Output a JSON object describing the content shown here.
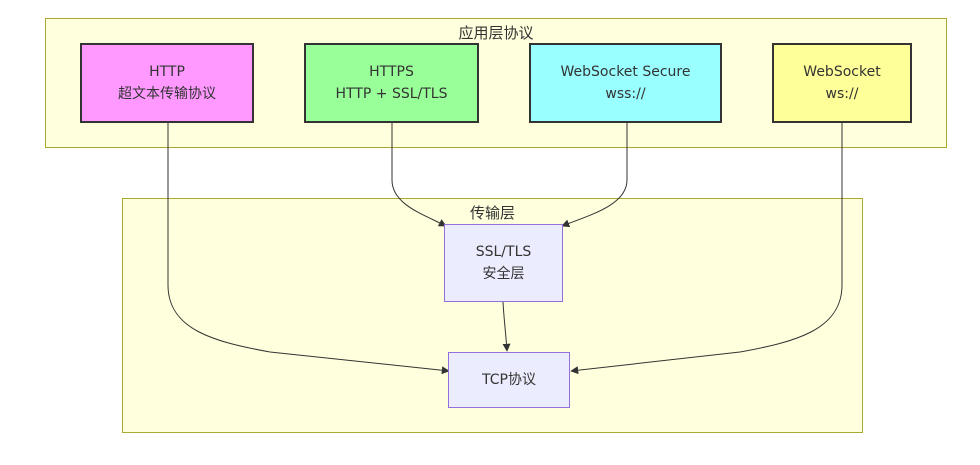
{
  "clusters": {
    "application": {
      "title": "应用层协议"
    },
    "transport": {
      "title": "传输层"
    }
  },
  "nodes": {
    "http": {
      "line1": "HTTP",
      "line2": "超文本传输协议",
      "fill": "#ff99ff"
    },
    "https": {
      "line1": "HTTPS",
      "line2": "HTTP + SSL/TLS",
      "fill": "#99ff99"
    },
    "wss": {
      "line1": "WebSocket Secure",
      "line2": "wss://",
      "fill": "#99ffff"
    },
    "ws": {
      "line1": "WebSocket",
      "line2": "ws://",
      "fill": "#ffff99"
    },
    "ssltls": {
      "line1": "SSL/TLS",
      "line2": "安全层"
    },
    "tcp": {
      "line1": "TCP协议"
    }
  },
  "edges": [
    {
      "from": "http",
      "to": "tcp"
    },
    {
      "from": "https",
      "to": "ssltls"
    },
    {
      "from": "wss",
      "to": "ssltls"
    },
    {
      "from": "ssltls",
      "to": "tcp"
    },
    {
      "from": "ws",
      "to": "tcp"
    }
  ],
  "colors": {
    "cluster_fill": "#ffffde",
    "cluster_border": "#aaaa33",
    "edge": "#333333",
    "node_border": "#9370db",
    "node_fill": "#ececff"
  }
}
